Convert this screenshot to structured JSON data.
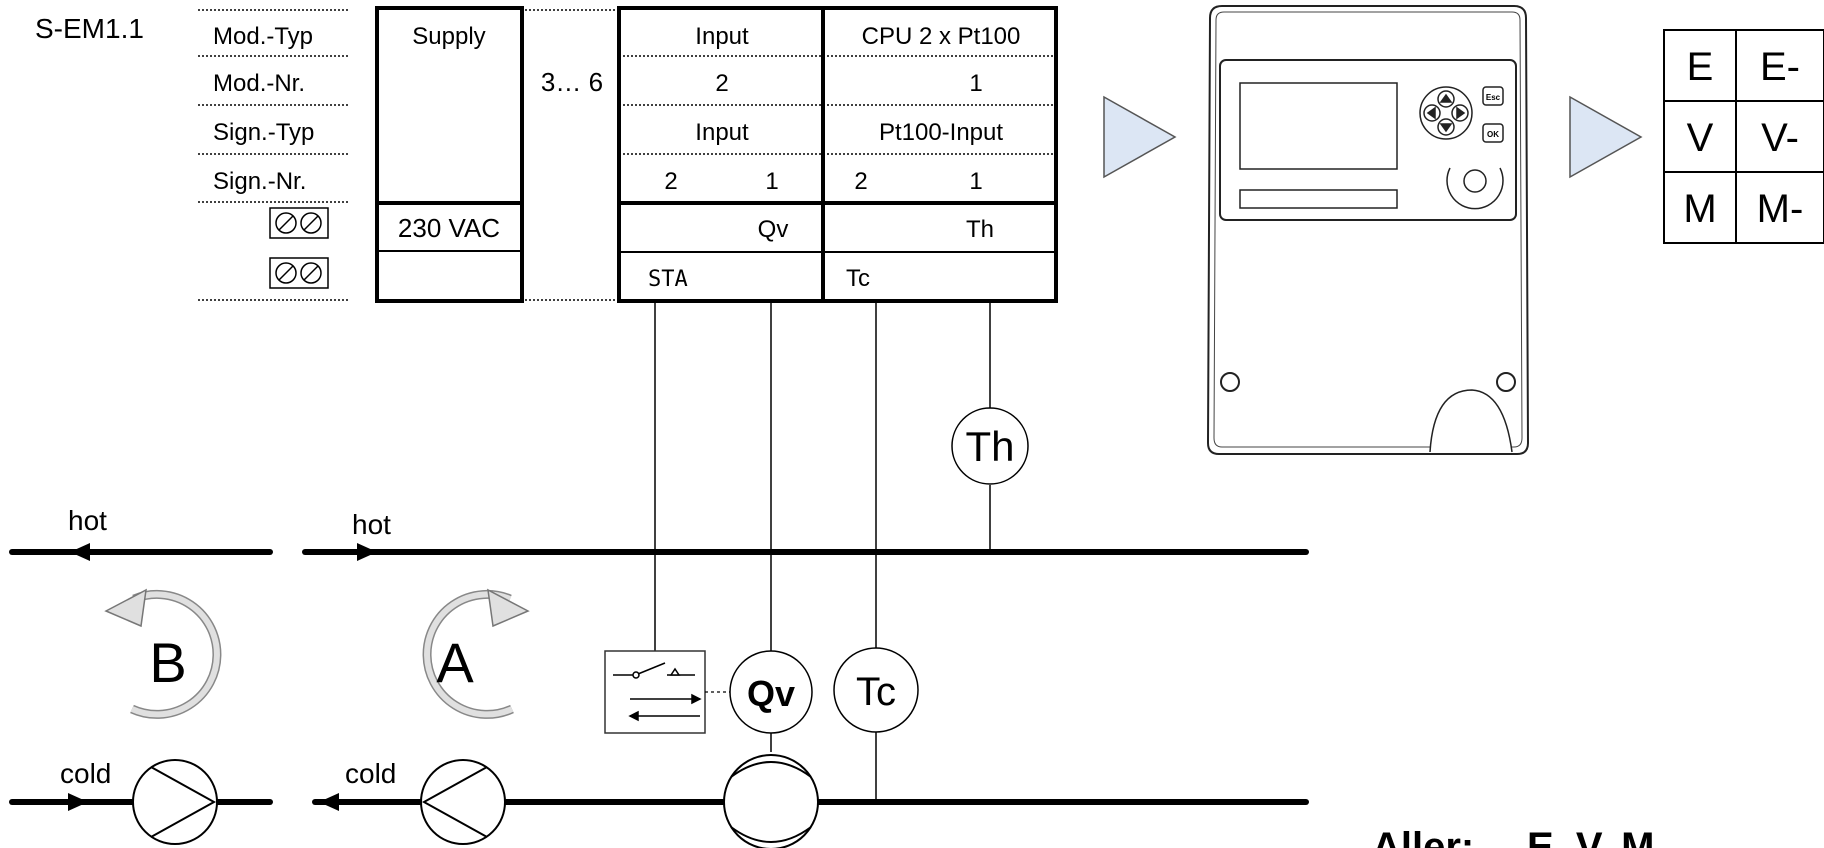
{
  "header": {
    "device_id": "S-EM1.1",
    "row_labels": [
      "Mod.-Typ",
      "Mod.-Nr.",
      "Sign.-Typ",
      "Sign.-Nr."
    ]
  },
  "modules": {
    "supply": {
      "type": "Supply",
      "voltage": "230 VAC"
    },
    "slot_range": "3… 6",
    "input": {
      "type": "Input",
      "nr": "2",
      "signal_type": "Input",
      "signal_nr_left": "2",
      "signal_nr_right": "1",
      "terminal_upper": "Qv",
      "terminal_lower": "STA"
    },
    "cpu": {
      "type": "CPU 2 x Pt100",
      "nr": "1",
      "signal_type": "Pt100-Input",
      "signal_nr_left": "2",
      "signal_nr_right": "1",
      "terminal_upper": "Th",
      "terminal_lower": "Tc"
    }
  },
  "results_table": [
    [
      "E",
      "E-"
    ],
    [
      "V",
      "V-"
    ],
    [
      "M",
      "M-"
    ]
  ],
  "device_keys": {
    "esc": "Esc",
    "ok": "OK"
  },
  "circuit": {
    "hot_left": "hot",
    "hot_right": "hot",
    "cold_left": "cold",
    "cold_right": "cold",
    "loop_b": "B",
    "loop_a": "A",
    "sensor_th": "Th",
    "sensor_tc": "Tc",
    "sensor_qv": "Qv"
  },
  "footer": {
    "label": "Aller:",
    "values": "E, V, M"
  }
}
